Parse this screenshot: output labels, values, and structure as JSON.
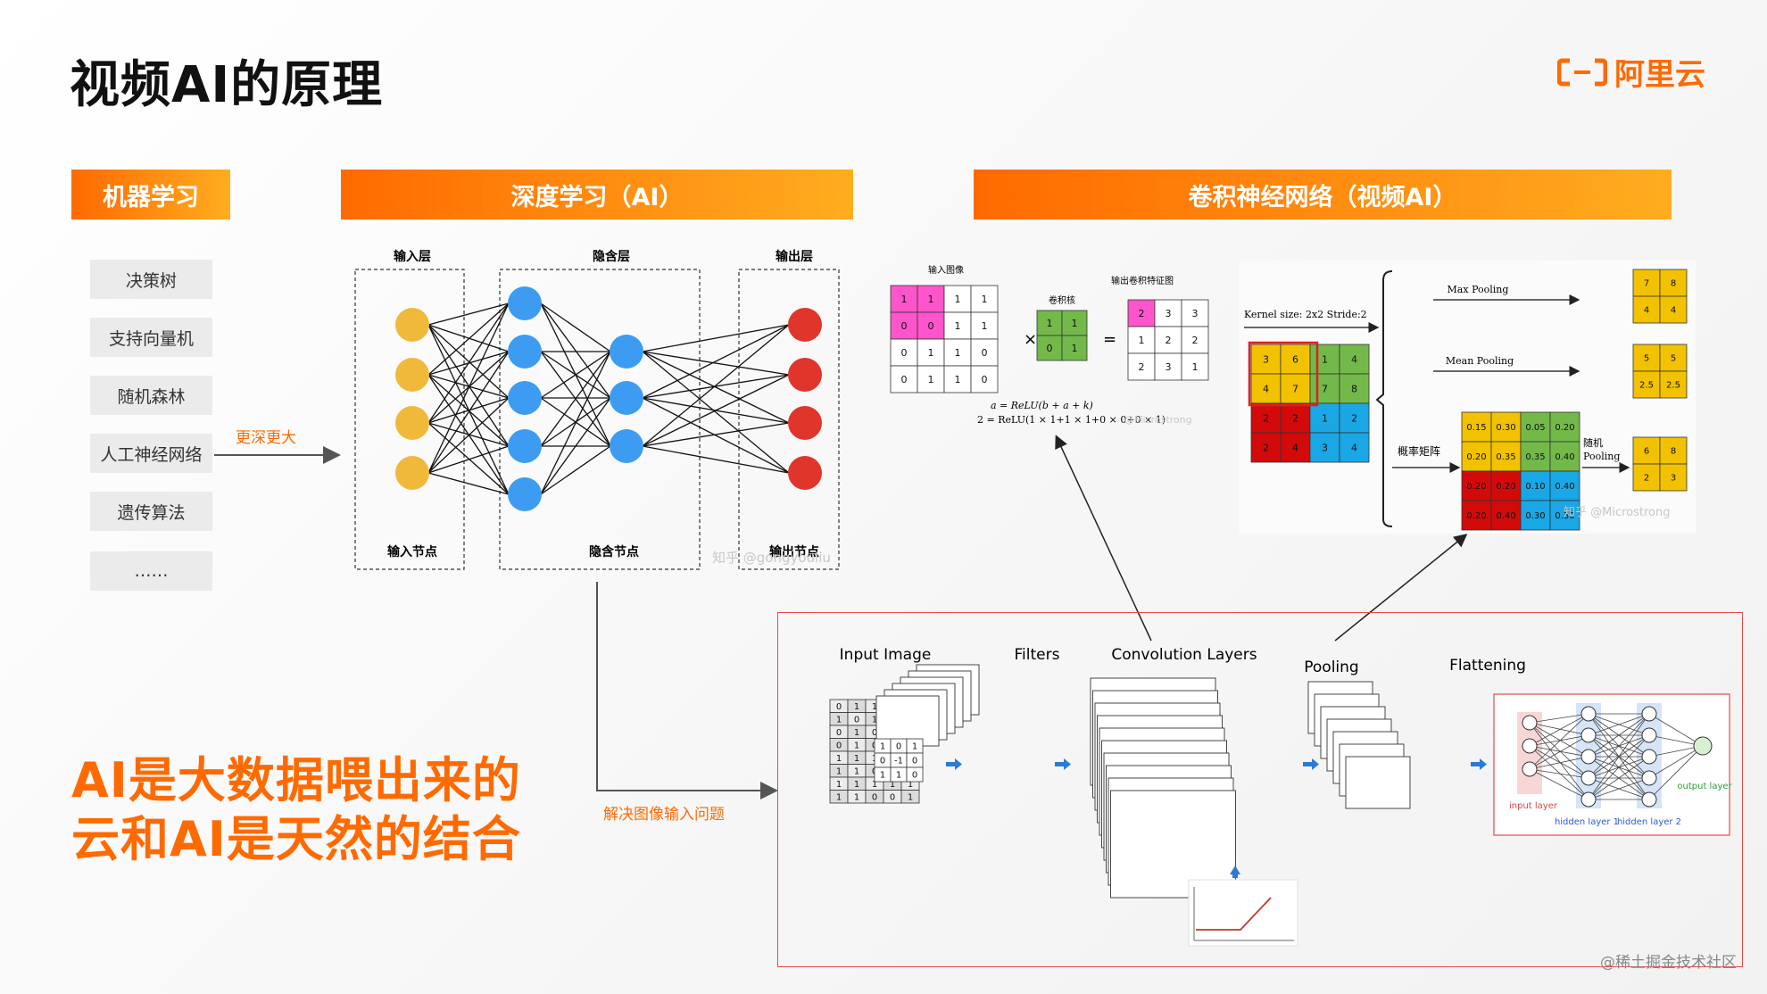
{
  "title": "视频AI的原理",
  "logo": {
    "text": "阿里云",
    "icon": "aliyun-logo-icon",
    "color": "#ff6a00"
  },
  "banners": {
    "ml": "机器学习",
    "dl": "深度学习（AI）",
    "cnn": "卷积神经网络（视频AI）"
  },
  "ml_items": [
    "决策树",
    "支持向量机",
    "随机森林",
    "人工神经网络",
    "遗传算法",
    "……"
  ],
  "arrow_label": "更深更大",
  "slogan": {
    "line1": "AI是大数据喂出来的",
    "line2": "云和AI是天然的结合"
  },
  "solve_label": "解决图像输入问题",
  "nn": {
    "input_layer": "输入层",
    "hidden_layer": "隐含层",
    "output_layer": "输出层",
    "input_nodes": "输入节点",
    "hidden_nodes": "隐含节点",
    "output_nodes": "输出节点",
    "watermark": "知乎 @gongyouliu"
  },
  "conv": {
    "input_label": "输入图像",
    "kernel_label": "卷积核",
    "output_label": "输出卷积特征图",
    "input_matrix": [
      [
        "1",
        "1",
        "1",
        "1"
      ],
      [
        "0",
        "0",
        "1",
        "1"
      ],
      [
        "0",
        "1",
        "1",
        "0"
      ],
      [
        "0",
        "1",
        "1",
        "0"
      ]
    ],
    "kernel": [
      [
        "1",
        "1"
      ],
      [
        "0",
        "1"
      ]
    ],
    "output_matrix": [
      [
        "2",
        "3",
        "3"
      ],
      [
        "1",
        "2",
        "2"
      ],
      [
        "2",
        "3",
        "1"
      ]
    ],
    "formula1": "a = ReLU(b + a + k)",
    "formula2": "2 = ReLU(1 × 1+1 × 1+0 × 0+0 × 1)",
    "watermark": "@Microstrong"
  },
  "pool": {
    "kernel_text": "Kernel size: 2x2 Stride:2",
    "max_label": "Max Pooling",
    "mean_label": "Mean Pooling",
    "prob_label": "概率矩阵",
    "random_label1": "随机",
    "random_label2": "Pooling",
    "watermark": "知乎 @Microstrong",
    "grid": [
      [
        "3",
        "6",
        "1",
        "4"
      ],
      [
        "4",
        "7",
        "7",
        "8"
      ],
      [
        "2",
        "2",
        "1",
        "2"
      ],
      [
        "2",
        "4",
        "3",
        "4"
      ]
    ],
    "max_out": [
      [
        "7",
        "8"
      ],
      [
        "4",
        "4"
      ]
    ],
    "mean_out": [
      [
        "5",
        "5"
      ],
      [
        "2.5",
        "2.5"
      ]
    ],
    "prob": [
      [
        "0.15",
        "0.30",
        "0.05",
        "0.20"
      ],
      [
        "0.20",
        "0.35",
        "0.35",
        "0.40"
      ],
      [
        "0.20",
        "0.20",
        "0.10",
        "0.40"
      ],
      [
        "0.20",
        "0.40",
        "0.30",
        "0.30"
      ]
    ],
    "rand_out": [
      [
        "6",
        "8"
      ],
      [
        "2",
        "3"
      ]
    ]
  },
  "cnn": {
    "input_image": "Input Image",
    "filters": "Filters",
    "conv_layers": "Convolution Layers",
    "pooling": "Pooling",
    "flattening": "Flattening",
    "binary": [
      [
        "0",
        "1",
        "1",
        "0",
        "1"
      ],
      [
        "1",
        "0",
        "1",
        "0",
        "1"
      ],
      [
        "0",
        "1",
        "0",
        "0",
        "0"
      ],
      [
        "0",
        "1",
        "0",
        "1",
        "0"
      ],
      [
        "1",
        "1",
        "1",
        "1",
        "1"
      ],
      [
        "1",
        "1",
        "0",
        "0",
        "1"
      ],
      [
        "1",
        "1",
        "1",
        "1",
        "1"
      ],
      [
        "1",
        "1",
        "0",
        "0",
        "1"
      ]
    ],
    "filter_matrix": [
      [
        "1",
        "0",
        "1"
      ],
      [
        "0",
        "-1",
        "0"
      ],
      [
        "1",
        "1",
        "0"
      ]
    ],
    "input_layer": "input layer",
    "hidden1": "hidden layer 1",
    "hidden2": "hidden layer 2",
    "output_layer": "output layer"
  },
  "footer_watermark": "@稀土掘金技术社区",
  "colors": {
    "orange": "#ff6a00",
    "yellow_node": "#f0b93a",
    "blue_node": "#3d9cf2",
    "red_node": "#e0352b",
    "pink": "#ff55cc",
    "green": "#73b94a",
    "gold": "#f2c200",
    "red_cell": "#d20a0a",
    "cyan_cell": "#19a7e6"
  }
}
